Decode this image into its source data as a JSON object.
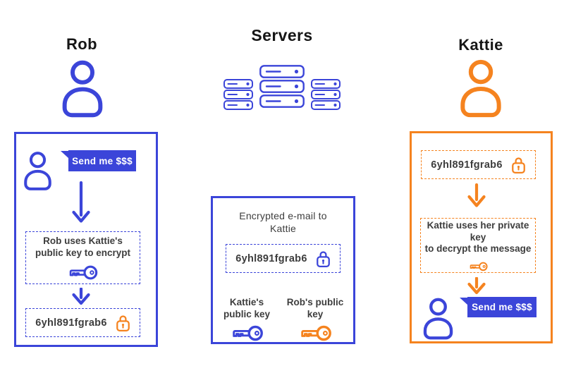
{
  "colors": {
    "blue": "#3b45d9",
    "orange": "#f5831f",
    "text": "#3d3d3d",
    "title": "#161616",
    "bubble_text": "#ffffff"
  },
  "actors": {
    "rob": "Rob",
    "servers": "Servers",
    "kattie": "Kattie"
  },
  "left_panel": {
    "bubble": "Send me $$$",
    "step_lines": [
      "Rob uses Kattie's",
      "public key to encrypt"
    ],
    "cipher": "6yhl891fgrab6"
  },
  "center_panel": {
    "title_lines": [
      "Encrypted e-mail to",
      "Kattie"
    ],
    "cipher": "6yhl891fgrab6",
    "keys": [
      {
        "label_lines": [
          "Kattie's",
          "public key"
        ],
        "color": "blue"
      },
      {
        "label_lines": [
          "Rob's public",
          "key"
        ],
        "color": "orange"
      }
    ]
  },
  "right_panel": {
    "cipher": "6yhl891fgrab6",
    "step_lines": [
      "Kattie uses her private key",
      "to decrypt the message"
    ],
    "bubble": "Send me $$$"
  },
  "icons": {
    "person-icon": "outlined head-and-shoulders person",
    "key-icon": "outlined key pointing left with round bow",
    "padlock-icon": "outlined padlock with keyhole",
    "server-icon": "rounded server unit with slot line and led dot",
    "arrow-down-icon": "thick downward arrow with chevron head"
  }
}
